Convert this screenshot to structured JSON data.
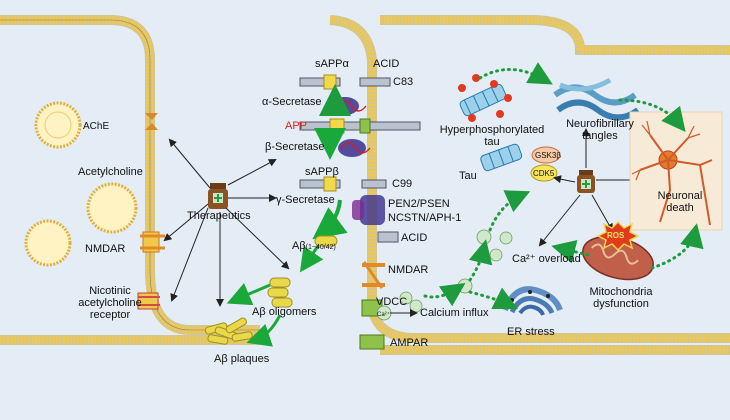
{
  "labels": {
    "ache": "AChE",
    "acetylcholine": "Acetylcholine",
    "nmdar_left": "NMDAR",
    "nicotinic_line1": "Nicotinic",
    "nicotinic_line2": "acetylcholine",
    "nicotinic_line3": "receptor",
    "therapeutics": "Therapeutics",
    "sappa": "sAPPα",
    "acid_top": "ACID",
    "c83": "C83",
    "alpha_secretase": "α-Secretase",
    "app": "APP",
    "beta_secretase": "β-Secretase",
    "sappb": "sAPPβ",
    "c99": "C99",
    "gamma_secretase": "γ-Secretase",
    "pen2_psen": "PEN2/PSEN",
    "ncstn_aph1": "NCSTN/APH-1",
    "abeta": "Aβ",
    "abeta_range": "(1−40/42)",
    "acid_bottom": "ACID",
    "ab_oligomers": "Aβ oligomers",
    "ab_plaques": "Aβ plaques",
    "nmdar_right": "NMDAR",
    "vddc": "VDCC",
    "calcium_influx": "Calcium influx",
    "ampar": "AMPAR",
    "hyperphos_line1": "Hyperphosphorylated",
    "hyperphos_line2": "tau",
    "nft_line1": "Neurofibrillary",
    "nft_line2": "tangles",
    "gsk3b": "GSK3β",
    "cdk5": "CDK5",
    "tau": "Tau",
    "neuronal_line1": "Neuronal",
    "neuronal_line2": "death",
    "ca2_overload": "Ca²⁺ overload",
    "ros": "ROS",
    "mito_line1": "Mitochondria",
    "mito_line2": "dysfunction",
    "er_stress": "ER stress",
    "ca_ion": "Ca²⁺"
  },
  "colors": {
    "background": "#e4ecf5",
    "membrane_head": "#f2c84b",
    "membrane_tail": "#c9a23a",
    "cleavage_arrow": "#f08a24",
    "flow_arrow": "#1aa83a",
    "dotted_arrow": "#1e9b3c",
    "app_label": "#e3201b",
    "vesicle": "#f4cf55"
  },
  "icons": [
    "pill-bottle-icon",
    "neuron-icon",
    "mitochondrion-icon",
    "er-icon",
    "tau-fibril-icon",
    "ion-channel-icon"
  ]
}
